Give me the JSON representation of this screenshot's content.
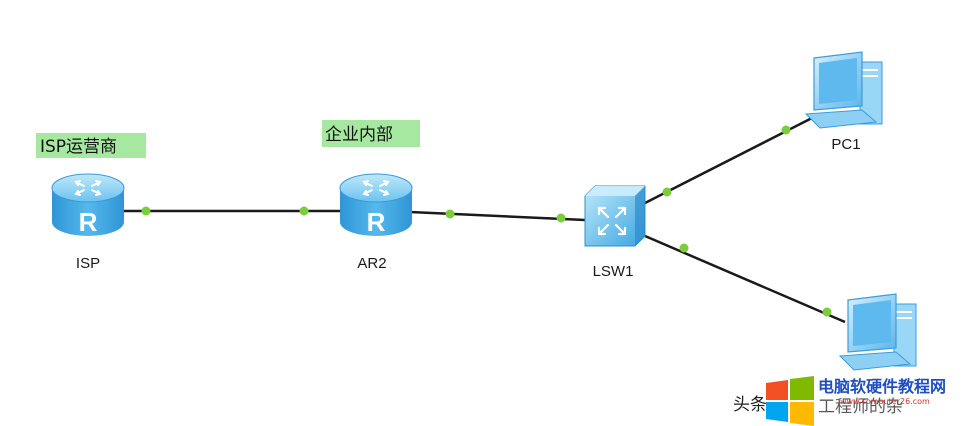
{
  "annotations": {
    "isp_note": "ISP运营商",
    "enterprise_note": "企业内部"
  },
  "devices": {
    "isp": {
      "label": "ISP",
      "type": "router"
    },
    "ar2": {
      "label": "AR2",
      "type": "router"
    },
    "lsw1": {
      "label": "LSW1",
      "type": "switch"
    },
    "pc1": {
      "label": "PC1",
      "type": "pc"
    },
    "pc2": {
      "label": "",
      "type": "pc"
    }
  },
  "watermark": {
    "left_text": "头条",
    "brand": "电脑软硬件教程网",
    "site": "www.computer26.com",
    "overlay": "工程师的杂"
  },
  "colors": {
    "router_body": "#3fa9e3",
    "router_top": "#8fd3f5",
    "switch_body": "#49b3ea",
    "pc_screen": "#5db9ee",
    "link": "#1a1a1a",
    "port_dot": "#7ccd3a",
    "note_bg": "#a6e8a0"
  }
}
